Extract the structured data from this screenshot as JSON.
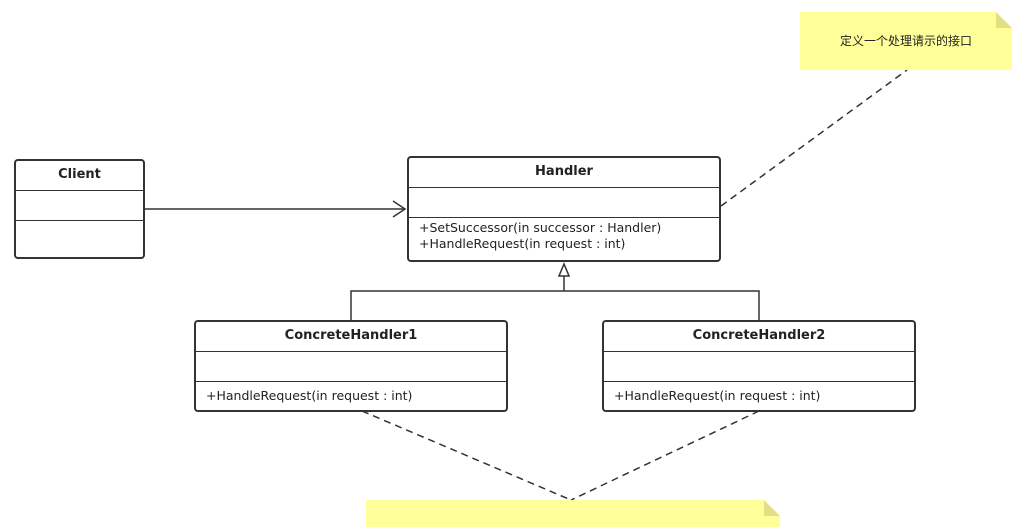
{
  "diagram": {
    "classes": {
      "client": {
        "name": "Client",
        "methods": []
      },
      "handler": {
        "name": "Handler",
        "methods": [
          "+SetSuccessor(in successor : Handler)",
          "+HandleRequest(in request : int)"
        ]
      },
      "concrete1": {
        "name": "ConcreteHandler1",
        "methods": [
          "+HandleRequest(in request : int)"
        ]
      },
      "concrete2": {
        "name": "ConcreteHandler2",
        "methods": [
          "+HandleRequest(in request : int)"
        ]
      }
    },
    "notes": {
      "top": {
        "text": "定义一个处理请示的接口"
      },
      "bottom": {
        "text": ""
      }
    },
    "colors": {
      "line": "#333333",
      "note_fill": "#ffff99",
      "note_fold": "#e0e080"
    }
  }
}
